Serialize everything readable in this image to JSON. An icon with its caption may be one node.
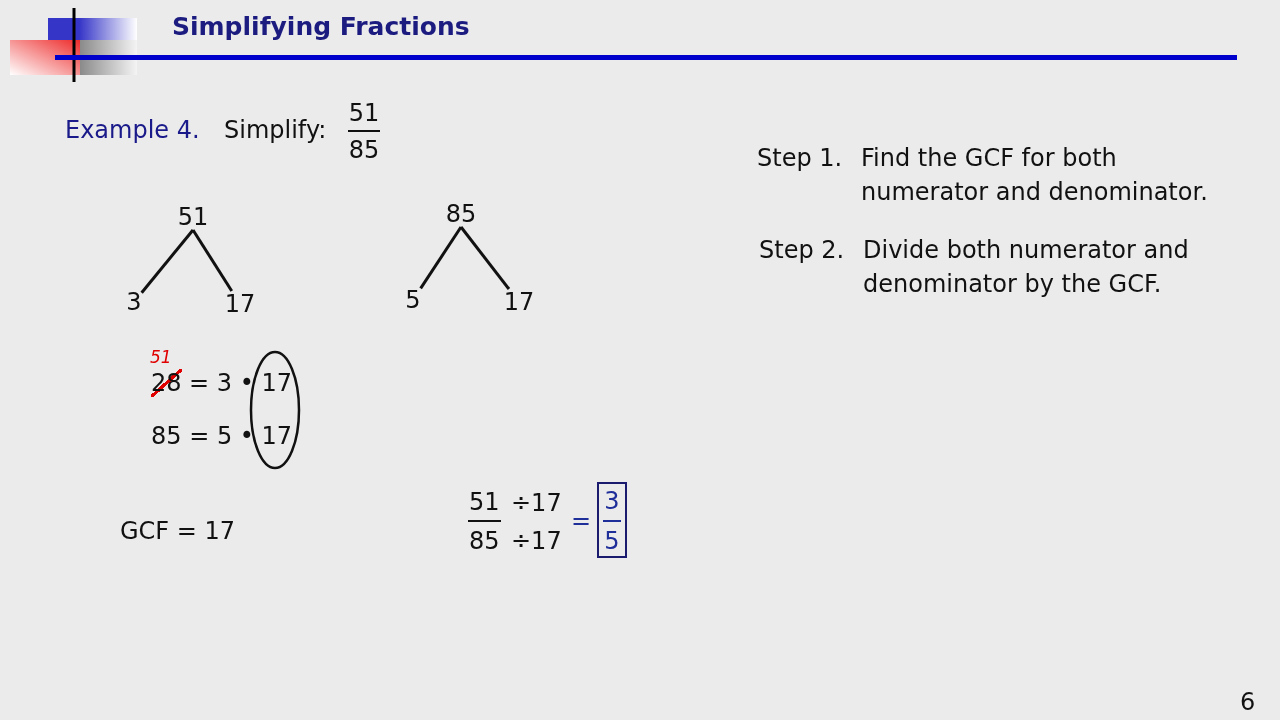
{
  "diagram": {
    "title": "Simplifying Fractions",
    "nodes": [
      {
        "text": [
          "51"
        ]
      },
      {
        "text": [
          "3"
        ]
      },
      {
        "text": [
          "17"
        ]
      },
      {
        "text": [
          "85"
        ]
      },
      {
        "text": [
          "5"
        ]
      },
      {
        "text": [
          "17"
        ]
      },
      {
        "text": [
          "3",
          "5"
        ]
      }
    ],
    "edges": [
      {
        "from": 0,
        "to": 1,
        "arrow": "none"
      },
      {
        "from": 0,
        "to": 2,
        "arrow": "none"
      },
      {
        "from": 3,
        "to": 4,
        "arrow": "none"
      },
      {
        "from": 3,
        "to": 5,
        "arrow": "none"
      }
    ],
    "labels": [
      "Example 4.",
      "Simplify:",
      "51",
      "85",
      "Step 1.",
      "Find the GCF for both numerator and denominator.",
      "Step 2.",
      "Divide both numerator and denominator by the GCF.",
      "51",
      "28",
      "= 3 • 17",
      "85 = 5 • 17",
      "GCF = 17",
      "51",
      "÷17",
      "=",
      "85",
      "÷17",
      "6"
    ]
  }
}
